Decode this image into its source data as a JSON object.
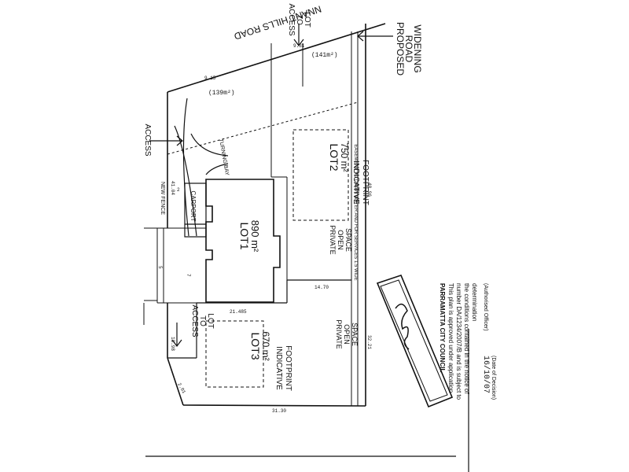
{
  "road_name": "NNANT HILLS ROAD",
  "proposed_widening": [
    "PROPOSED",
    "ROAD",
    "WIDENING"
  ],
  "access_to_lot_top": [
    "ACCESS",
    "TO",
    "LOT"
  ],
  "access_to_lot_bottom": [
    "ACCESS",
    "TO",
    "LOT"
  ],
  "access_left": "ACCESS",
  "easement_note": "EASEMENT TO DRAIN WATER AND FOR SERVICES 1.5 WIDE",
  "labels": {
    "new_fence": "NEW FENCE",
    "carport": "CARPORT",
    "turning_bay": "TURNING BAY"
  },
  "lots": [
    {
      "name": "LOT1",
      "area": "890 m²"
    },
    {
      "name": "LOT2",
      "area": "750 m²",
      "footprint": [
        "INDICATIVE",
        "FOOTPRINT"
      ]
    },
    {
      "name": "LOT3",
      "area": "670 m²",
      "footprint": [
        "INDICATIVE",
        "FOOTPRINT"
      ]
    }
  ],
  "open_space_1": [
    "PRIVATE",
    "OPEN",
    "SPACE"
  ],
  "open_space_2": [
    "PRIVATE",
    "OPEN",
    "SPACE"
  ],
  "areas": {
    "a141": "(141m²)",
    "a139": "(139m²)"
  },
  "dimensions": {
    "d48": "48.96",
    "d41": "41.04",
    "d2145": "21.485",
    "d1470": "14.70",
    "d3221": "32.21",
    "d3130": "31.30",
    "d1898": "18.98",
    "d201": "2.01",
    "d915": "9.15",
    "d931": "9.31",
    "d2": "2",
    "d5": "5",
    "d7": "7"
  },
  "stamp": {
    "title": "PARRAMATTA CITY COUNCIL",
    "lines": [
      "This plan is approved under application",
      "number DA/1234/2007/B and is subject to",
      "the conditions contained in the notice of",
      "determination"
    ],
    "officer": "(Authorised Officer)",
    "date": "16/10/07",
    "date_label": "(Date of Decision)"
  }
}
